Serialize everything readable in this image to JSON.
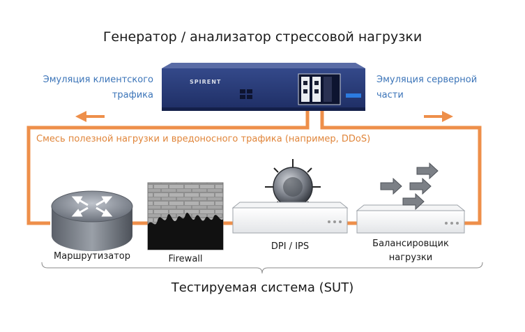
{
  "diagram": {
    "title": "Генератор / анализатор стрессовой нагрузки",
    "client_emulation": [
      "Эмуляция клиентского",
      "трафика"
    ],
    "server_emulation": [
      "Эмуляция серверной",
      "части"
    ],
    "traffic_mix": "Смесь полезной нагрузки и вредоносного трафика (например, DDoS)",
    "generator_brand": "SPIRENT",
    "devices": {
      "router": "Маршрутизатор",
      "firewall": "Firewall",
      "dpi": "DPI / IPS",
      "balancer": [
        "Балансировщик",
        "нагрузки"
      ]
    },
    "sut": "Тестируемая система (SUT)",
    "colors": {
      "accent_orange": "#ee8f4a",
      "label_blue": "#3b74b8",
      "generator_navy": "#283d7e"
    }
  }
}
